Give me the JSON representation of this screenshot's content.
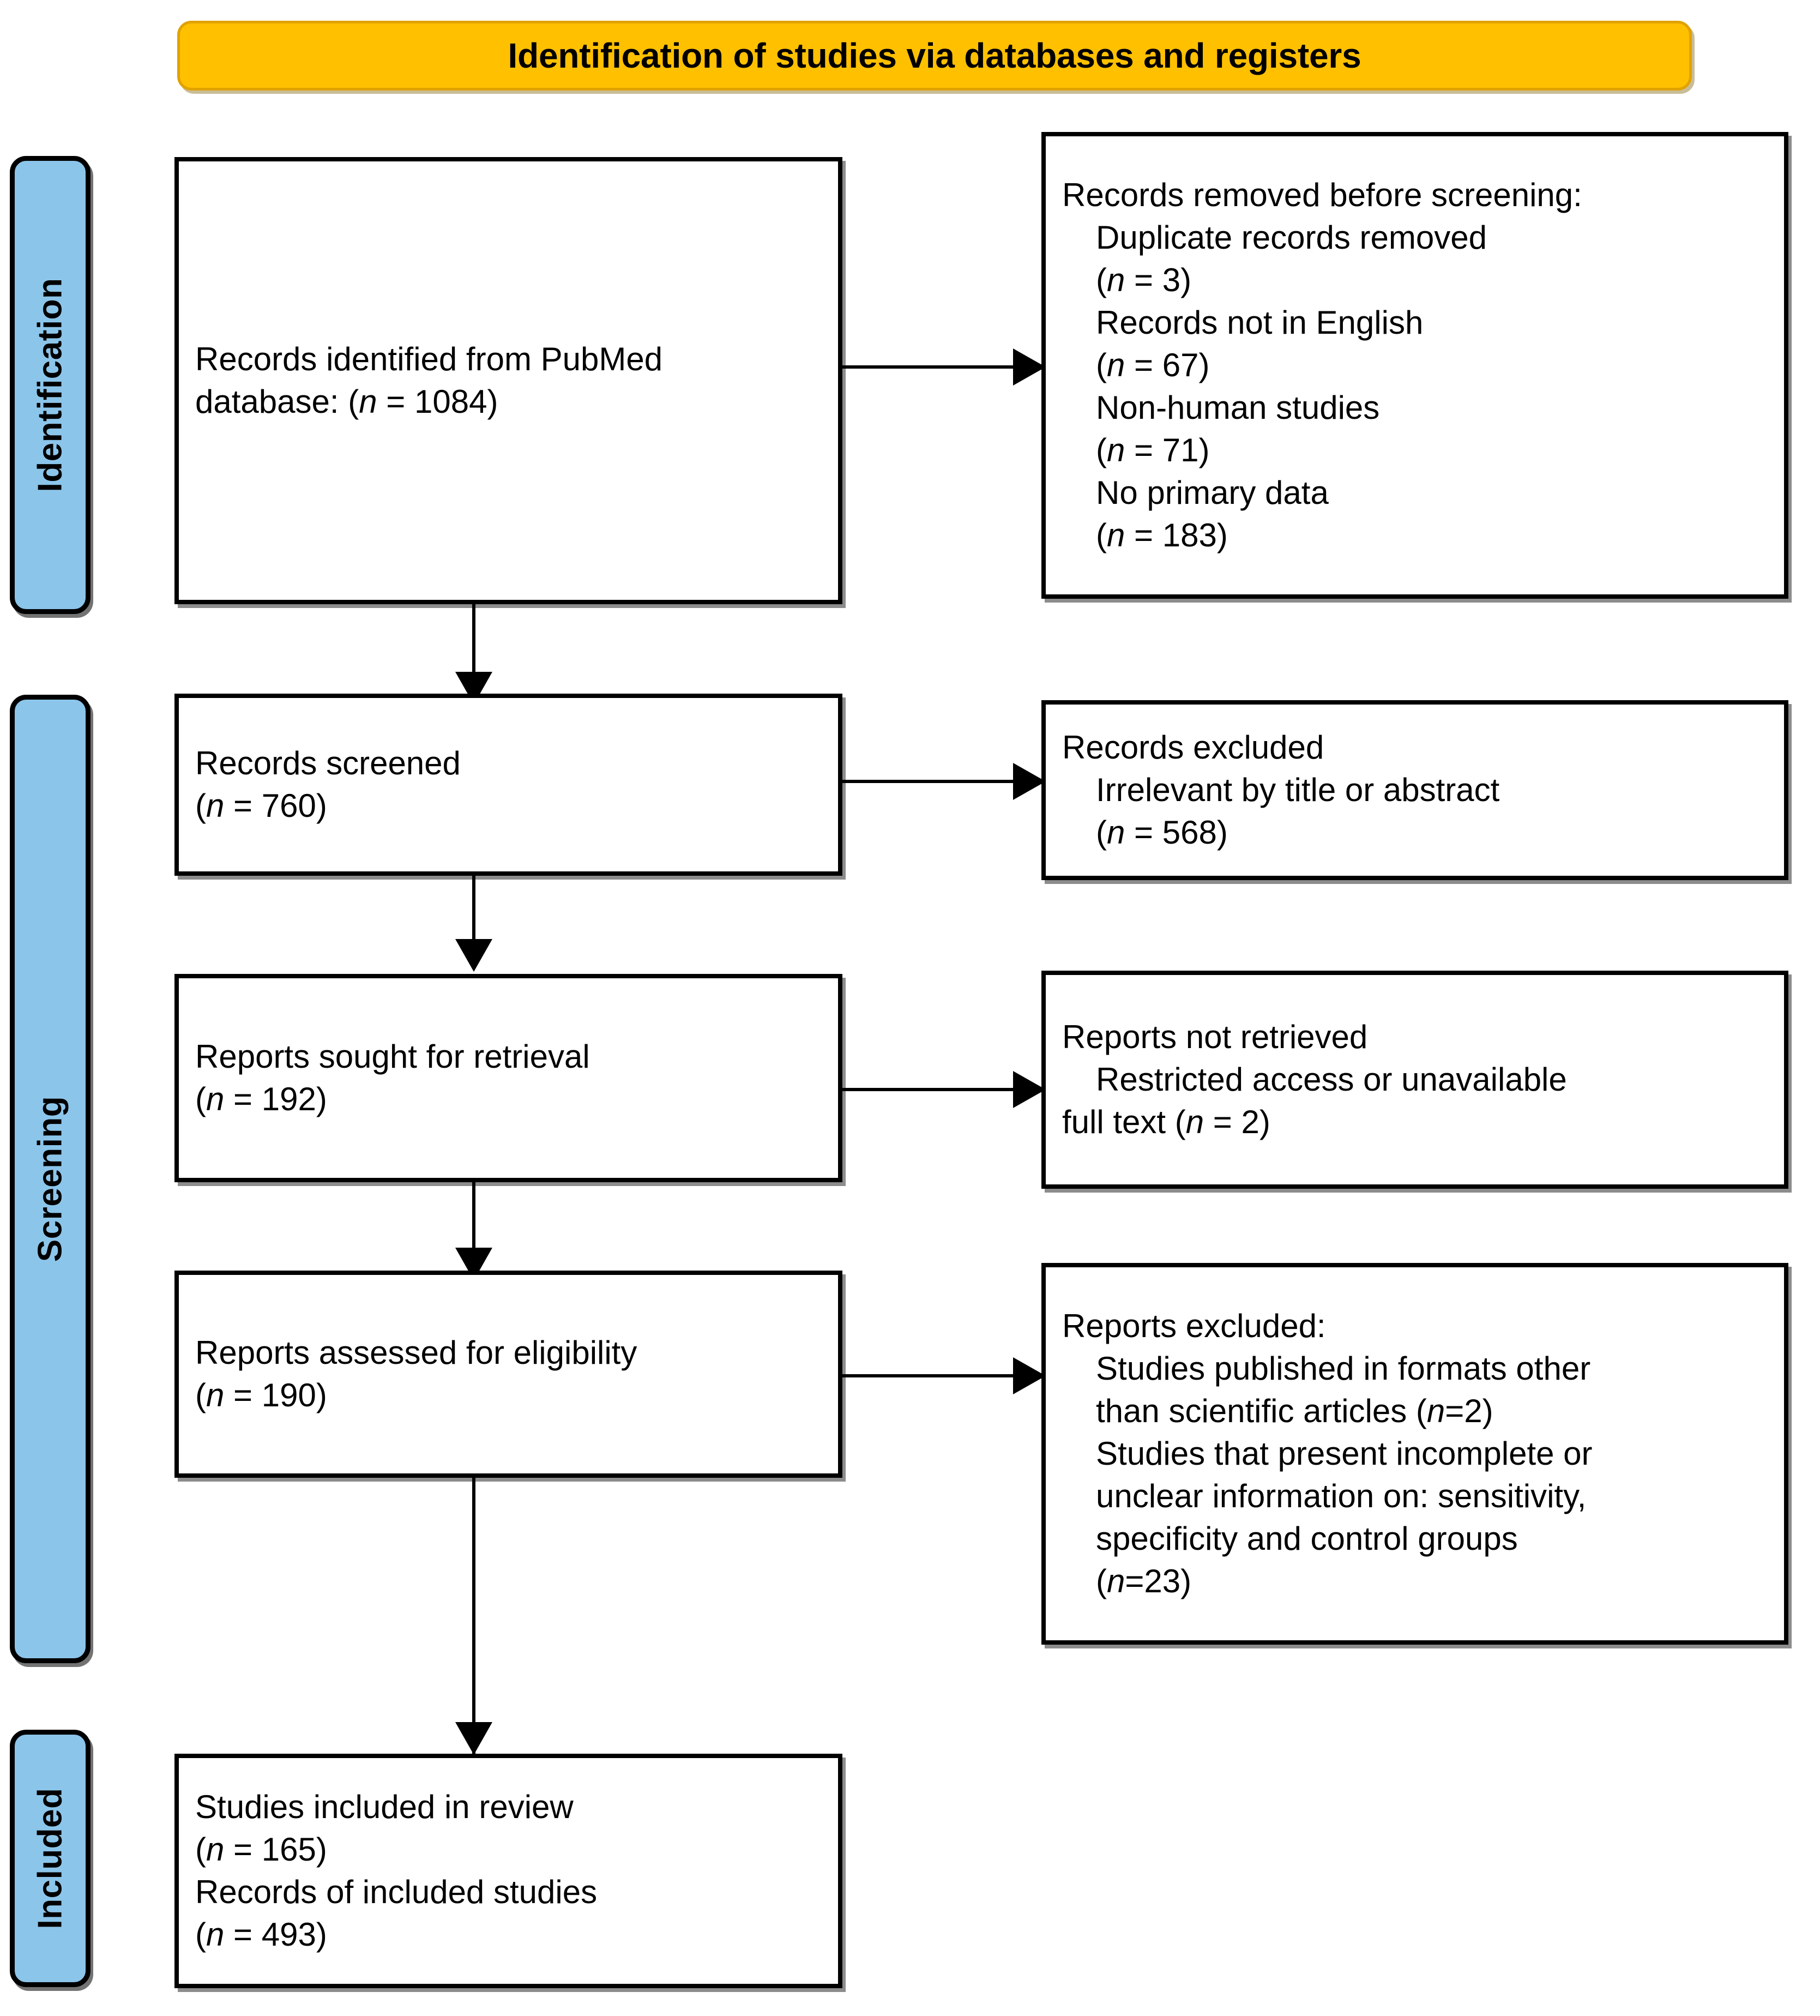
{
  "banner": {
    "title": "Identification of studies via databases and registers",
    "fill_color": "#FFC000",
    "border_color": "#E0A200"
  },
  "stages": [
    {
      "id": "identification",
      "label": "Identification"
    },
    {
      "id": "screening",
      "label": "Screening"
    },
    {
      "id": "included",
      "label": "Included"
    }
  ],
  "stage_color": "#8CC5EA",
  "boxes": {
    "identified": {
      "lines": [
        {
          "text": "Records identified from PubMed",
          "indent": false
        },
        {
          "pre": "database: (",
          "ital": "n",
          "post": " = 1084)",
          "indent": false
        }
      ]
    },
    "removed_before_screening": {
      "lines": [
        {
          "text": "Records removed before screening:",
          "indent": false
        },
        {
          "text": "Duplicate records removed",
          "indent": true
        },
        {
          "pre": "(",
          "ital": "n",
          "post": " = 3)",
          "indent": true
        },
        {
          "text": "Records not in English",
          "indent": true
        },
        {
          "pre": "(",
          "ital": "n",
          "post": " = 67)",
          "indent": true
        },
        {
          "text": "Non-human studies",
          "indent": true
        },
        {
          "pre": "(",
          "ital": "n",
          "post": " = 71)",
          "indent": true
        },
        {
          "text": "No primary data",
          "indent": true
        },
        {
          "pre": "(",
          "ital": "n",
          "post": " = 183)",
          "indent": true
        }
      ]
    },
    "screened": {
      "lines": [
        {
          "text": "Records screened",
          "indent": false
        },
        {
          "pre": "(",
          "ital": "n",
          "post": " = 760)",
          "indent": false
        }
      ]
    },
    "records_excluded": {
      "lines": [
        {
          "text": "Records excluded",
          "indent": false
        },
        {
          "text": "Irrelevant by title or abstract",
          "indent": true
        },
        {
          "pre": "(",
          "ital": "n",
          "post": " = 568)",
          "indent": true
        }
      ]
    },
    "sought_retrieval": {
      "lines": [
        {
          "text": "Reports sought for retrieval",
          "indent": false
        },
        {
          "pre": "(",
          "ital": "n",
          "post": " = 192)",
          "indent": false
        }
      ]
    },
    "not_retrieved": {
      "lines": [
        {
          "text": "Reports not retrieved",
          "indent": false
        },
        {
          "text": "Restricted access or unavailable",
          "indent": true
        },
        {
          "pre": "full text (",
          "ital": "n",
          "post": " = 2)",
          "indent": false
        }
      ]
    },
    "assessed_eligibility": {
      "lines": [
        {
          "text": "Reports assessed for eligibility",
          "indent": false
        },
        {
          "pre": "(",
          "ital": "n",
          "post": " = 190)",
          "indent": false
        }
      ]
    },
    "reports_excluded": {
      "lines": [
        {
          "text": "Reports excluded:",
          "indent": false
        },
        {
          "text": "Studies published in formats other",
          "indent": true
        },
        {
          "pre": "than scientific articles (",
          "ital": "n",
          "post": "=2)",
          "indent": true
        },
        {
          "text": "Studies that present incomplete or",
          "indent": true
        },
        {
          "text": "unclear information on: sensitivity,",
          "indent": true
        },
        {
          "text": "specificity and control groups",
          "indent": true
        },
        {
          "pre": "(",
          "ital": "n",
          "post": "=23)",
          "indent": true
        }
      ]
    },
    "included_studies": {
      "lines": [
        {
          "text": "Studies included in review",
          "indent": false
        },
        {
          "pre": "(",
          "ital": "n",
          "post": " = 165)",
          "indent": false
        },
        {
          "text": "Records of included studies",
          "indent": false
        },
        {
          "pre": "(",
          "ital": "n",
          "post": " = 493)",
          "indent": false
        }
      ]
    }
  }
}
